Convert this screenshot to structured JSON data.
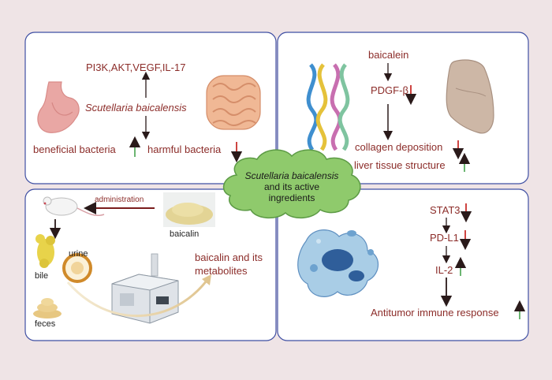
{
  "center": {
    "title": "Scutellaria baicalensis",
    "subtitle": "and its active ingredients"
  },
  "panel_gut": {
    "pathways": "PI3K,AKT,VEGF,IL-17",
    "herb": "Scutellaria baicalensis",
    "beneficial": "beneficial bacteria",
    "harmful": "harmful bacteria"
  },
  "panel_liver": {
    "compound": "baicalein",
    "target": "PDGF-β",
    "collagen": "collagen deposition",
    "structure": "liver tissue structure"
  },
  "panel_metabolism": {
    "route": "administration",
    "compound": "baicalin",
    "bile": "bile",
    "urine": "urine",
    "feces": "feces",
    "product_line1": "baicalin and its",
    "product_line2": "metabolites"
  },
  "panel_tumor": {
    "stat3": "STAT3",
    "pdl1": "PD-L1",
    "il2": "IL-2",
    "response": "Antitumor immune response"
  },
  "colors": {
    "up": "#5cae63",
    "down": "#c9302c",
    "text": "#8c2d2a",
    "panel_border": "#3f4fa3",
    "cloud": "#8fca6c"
  }
}
